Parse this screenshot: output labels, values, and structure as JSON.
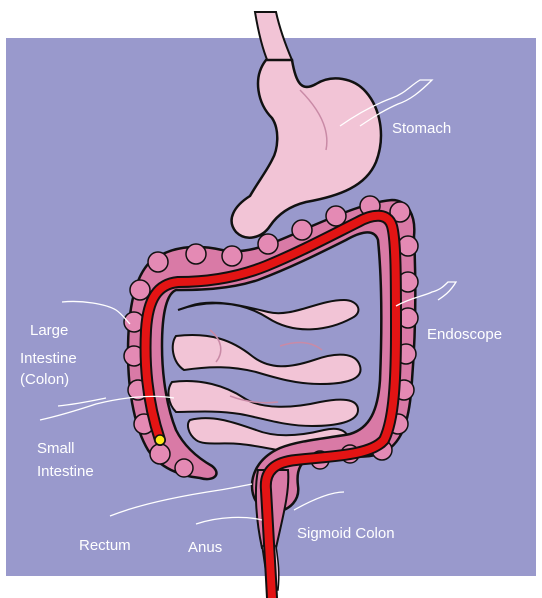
{
  "colors": {
    "background_panel": "#9999cc",
    "organ_pink": "#f2c4d6",
    "colon_pink": "#d97aa6",
    "endoscope_red": "#e31414",
    "endoscope_tip": "#ffe81a",
    "outline": "#111111",
    "label_text": "#ffffff"
  },
  "labels": {
    "stomach": "Stomach",
    "endoscope": "Endoscope",
    "large_intestine": [
      "Large",
      "Intestine",
      "(Colon)"
    ],
    "small_intestine": [
      "Small",
      "Intestine"
    ],
    "rectum": "Rectum",
    "anus": "Anus",
    "sigmoid_colon": "Sigmoid Colon"
  }
}
